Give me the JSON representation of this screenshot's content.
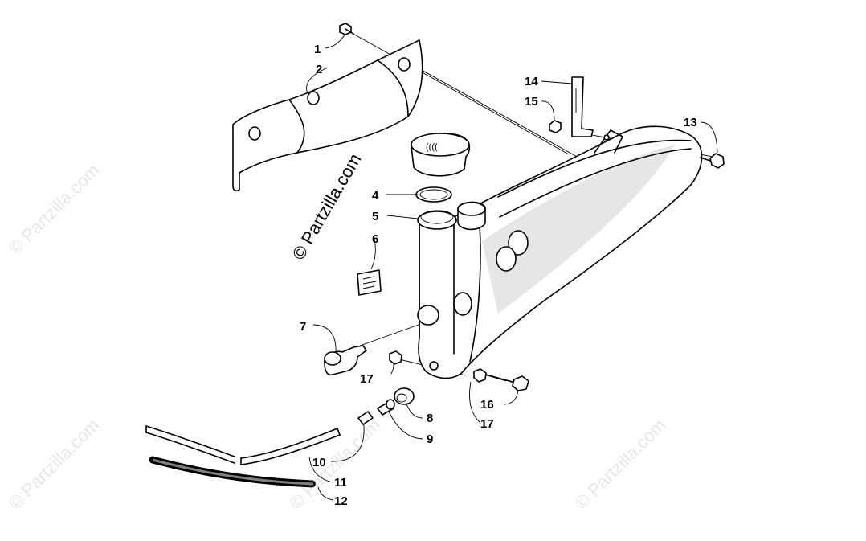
{
  "watermark": {
    "main": "© Partzilla.com",
    "faint": "© Partzilla.com"
  },
  "callouts": [
    {
      "id": "c1",
      "label": "1"
    },
    {
      "id": "c2",
      "label": "2"
    },
    {
      "id": "c4",
      "label": "4"
    },
    {
      "id": "c5",
      "label": "5"
    },
    {
      "id": "c6",
      "label": "6"
    },
    {
      "id": "c7",
      "label": "7"
    },
    {
      "id": "c8",
      "label": "8"
    },
    {
      "id": "c9",
      "label": "9"
    },
    {
      "id": "c10",
      "label": "10"
    },
    {
      "id": "c11",
      "label": "11"
    },
    {
      "id": "c12",
      "label": "12"
    },
    {
      "id": "c13",
      "label": "13"
    },
    {
      "id": "c14",
      "label": "14"
    },
    {
      "id": "c15",
      "label": "15"
    },
    {
      "id": "c16",
      "label": "16"
    },
    {
      "id": "c17a",
      "label": "17"
    },
    {
      "id": "c17b",
      "label": "17"
    }
  ]
}
